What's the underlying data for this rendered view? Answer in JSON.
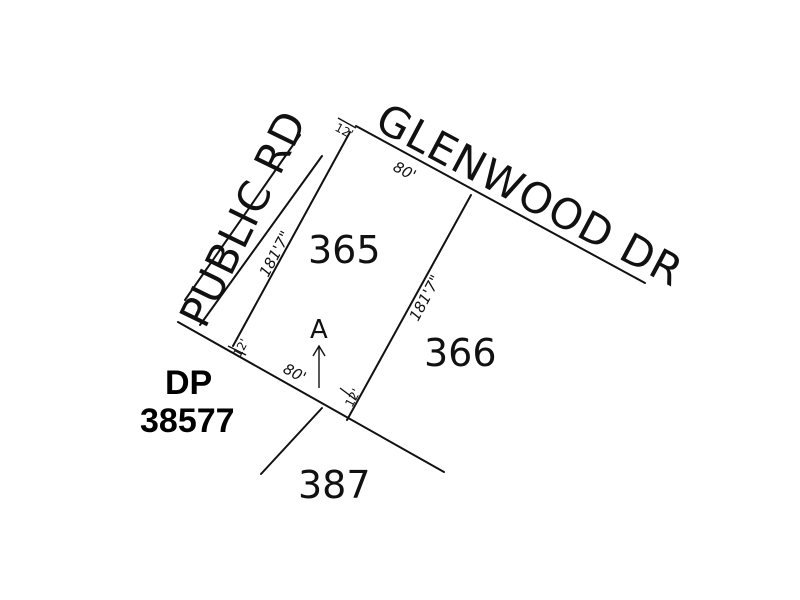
{
  "roads": {
    "glenwood": "GLENWOOD DR",
    "public": "PUBLIC RD"
  },
  "lots": {
    "main": "365",
    "east": "366",
    "south": "387"
  },
  "dimensions": {
    "front": "80'",
    "rear": "80'",
    "west_side": "181'7\"",
    "east_side": "181'7\"",
    "corner_top": "12'",
    "corner_sw": "12'",
    "corner_se": "12'"
  },
  "marker": {
    "label": "A"
  },
  "deposited_plan": {
    "prefix": "DP",
    "number": "38577"
  }
}
